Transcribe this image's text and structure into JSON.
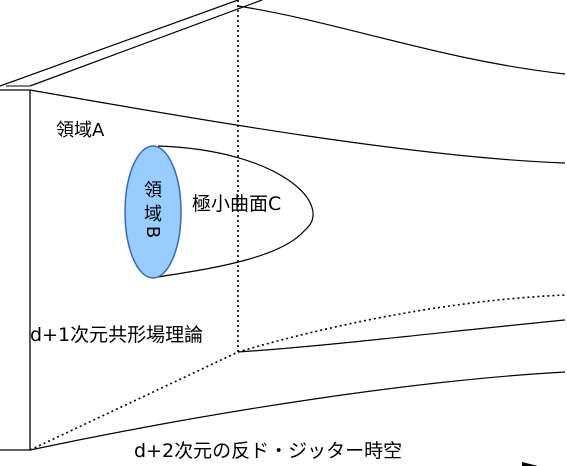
{
  "labels": {
    "region_a": "領域A",
    "region_b_line1": "領",
    "region_b_line2": "域",
    "region_b_line3": "B",
    "minimal_surface": "極小曲面C",
    "cft": "d+1次元共形場理論",
    "ads": "d+2次元の反ド・ジッター時空"
  },
  "colors": {
    "region_b_fill": "#99ccff",
    "region_b_stroke": "#3366cc",
    "line": "#000000"
  }
}
